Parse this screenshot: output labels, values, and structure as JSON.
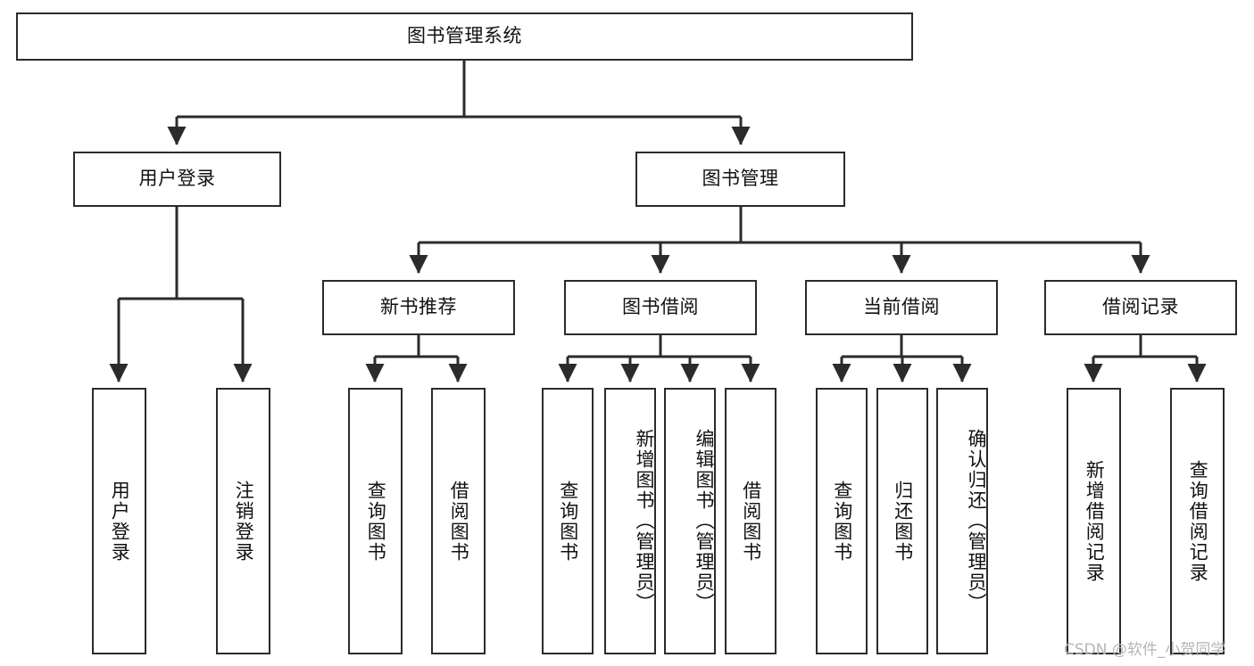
{
  "title": "图书管理系统",
  "watermark": "CSDN @软件_小贺同学",
  "colors": {
    "stroke": "#2b2b2b",
    "fill": "#ffffff",
    "text": "#111111",
    "watermark": "#b6b6b6"
  },
  "chart_data": {
    "type": "diagram",
    "subtype": "tree-hierarchy",
    "title": "图书管理系统",
    "orientation": "top-down",
    "nodes": [
      {
        "id": "root",
        "label": "图书管理系统",
        "level": 0,
        "parent": null
      },
      {
        "id": "login",
        "label": "用户登录",
        "level": 1,
        "parent": "root"
      },
      {
        "id": "bookmgmt",
        "label": "图书管理",
        "level": 1,
        "parent": "root"
      },
      {
        "id": "login-1",
        "label": "用户登录",
        "level": 2,
        "parent": "login"
      },
      {
        "id": "login-2",
        "label": "注销登录",
        "level": 2,
        "parent": "login"
      },
      {
        "id": "newbook",
        "label": "新书推荐",
        "level": 2,
        "parent": "bookmgmt"
      },
      {
        "id": "borrow",
        "label": "图书借阅",
        "level": 2,
        "parent": "bookmgmt"
      },
      {
        "id": "current",
        "label": "当前借阅",
        "level": 2,
        "parent": "bookmgmt"
      },
      {
        "id": "records",
        "label": "借阅记录",
        "level": 2,
        "parent": "bookmgmt"
      },
      {
        "id": "newbook-1",
        "label": "查询图书",
        "level": 3,
        "parent": "newbook"
      },
      {
        "id": "newbook-2",
        "label": "借阅图书",
        "level": 3,
        "parent": "newbook"
      },
      {
        "id": "borrow-1",
        "label": "查询图书",
        "level": 3,
        "parent": "borrow"
      },
      {
        "id": "borrow-2",
        "label": "新增图书（管理员）",
        "level": 3,
        "parent": "borrow"
      },
      {
        "id": "borrow-3",
        "label": "编辑图书（管理员）",
        "level": 3,
        "parent": "borrow"
      },
      {
        "id": "borrow-4",
        "label": "借阅图书",
        "level": 3,
        "parent": "borrow"
      },
      {
        "id": "current-1",
        "label": "查询图书",
        "level": 3,
        "parent": "current"
      },
      {
        "id": "current-2",
        "label": "归还图书",
        "level": 3,
        "parent": "current"
      },
      {
        "id": "current-3",
        "label": "确认归还（管理员）",
        "level": 3,
        "parent": "current"
      },
      {
        "id": "records-1",
        "label": "新增借阅记录",
        "level": 3,
        "parent": "records"
      },
      {
        "id": "records-2",
        "label": "查询借阅记录",
        "level": 3,
        "parent": "records"
      }
    ],
    "edges": [
      {
        "from": "root",
        "to": "login"
      },
      {
        "from": "root",
        "to": "bookmgmt"
      },
      {
        "from": "login",
        "to": "login-1"
      },
      {
        "from": "login",
        "to": "login-2"
      },
      {
        "from": "bookmgmt",
        "to": "newbook"
      },
      {
        "from": "bookmgmt",
        "to": "borrow"
      },
      {
        "from": "bookmgmt",
        "to": "current"
      },
      {
        "from": "bookmgmt",
        "to": "records"
      },
      {
        "from": "newbook",
        "to": "newbook-1"
      },
      {
        "from": "newbook",
        "to": "newbook-2"
      },
      {
        "from": "borrow",
        "to": "borrow-1"
      },
      {
        "from": "borrow",
        "to": "borrow-2"
      },
      {
        "from": "borrow",
        "to": "borrow-3"
      },
      {
        "from": "borrow",
        "to": "borrow-4"
      },
      {
        "from": "current",
        "to": "current-1"
      },
      {
        "from": "current",
        "to": "current-2"
      },
      {
        "from": "current",
        "to": "current-3"
      },
      {
        "from": "records",
        "to": "records-1"
      },
      {
        "from": "records",
        "to": "records-2"
      }
    ]
  },
  "nodes": {
    "root": {
      "label": "图书管理系统"
    },
    "login": {
      "label": "用户登录"
    },
    "bookmgmt": {
      "label": "图书管理"
    },
    "login_1": {
      "label": "用户登录"
    },
    "login_2": {
      "label": "注销登录"
    },
    "newbook": {
      "label": "新书推荐"
    },
    "borrow": {
      "label": "图书借阅"
    },
    "current": {
      "label": "当前借阅"
    },
    "records": {
      "label": "借阅记录"
    },
    "newbook_1": {
      "label": "查询图书"
    },
    "newbook_2": {
      "label": "借阅图书"
    },
    "borrow_1": {
      "label": "查询图书"
    },
    "borrow_2": {
      "label": "新增图书（管理员）"
    },
    "borrow_3": {
      "label": "编辑图书（管理员）"
    },
    "borrow_4": {
      "label": "借阅图书"
    },
    "current_1": {
      "label": "查询图书"
    },
    "current_2": {
      "label": "归还图书"
    },
    "current_3": {
      "label": "确认归还（管理员）"
    },
    "records_1": {
      "label": "新增借阅记录"
    },
    "records_2": {
      "label": "查询借阅记录"
    }
  }
}
